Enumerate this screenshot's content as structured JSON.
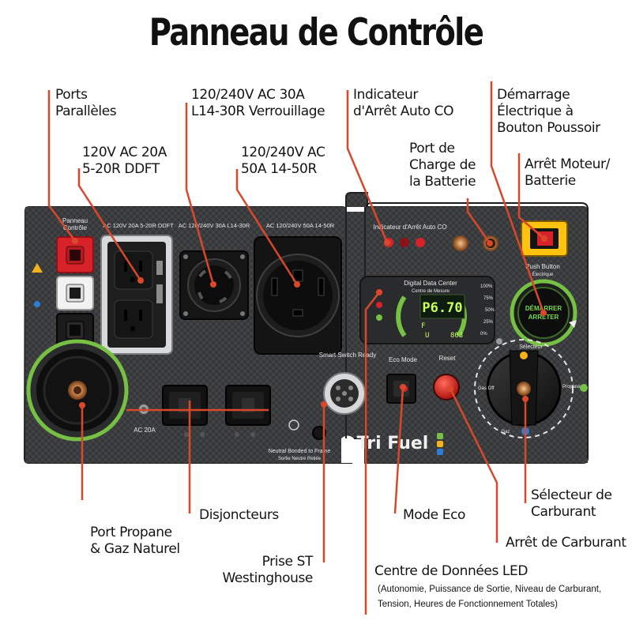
{
  "title": "Panneau de Contrôle",
  "callouts": {
    "parallel_ports": [
      "Ports",
      "Parallèles"
    ],
    "ac20": [
      "120V AC 20A",
      "5-20R DDFT"
    ],
    "ac30": [
      "120/240V AC 30A",
      "L14-30R Verrouillage"
    ],
    "ac50": [
      "120/240V AC",
      "50A 14-50R"
    ],
    "co_indicator": [
      "Indicateur",
      "d'Arrêt Auto CO"
    ],
    "battery_port": [
      "Port de",
      "Charge de",
      "la Batterie"
    ],
    "push_start": [
      "Démarrage",
      "Électrique à",
      "Bouton Poussoir"
    ],
    "engine_stop": [
      "Arrêt Moteur/",
      "Batterie"
    ],
    "breakers": [
      "Disjoncteurs"
    ],
    "propane_port": [
      "Port Propane",
      "& Gaz Naturel"
    ],
    "st_outlet": [
      "Prise ST",
      "Westinghouse"
    ],
    "eco_mode": [
      "Mode Eco"
    ],
    "fuel_selector": [
      "Sélecteur de",
      "Carburant"
    ],
    "fuel_stop": [
      "Arrêt de Carburant"
    ],
    "led_center": [
      "Centre de Données LED"
    ],
    "led_center_detail": [
      "(Autonomie, Puissance de Sortie, Niveau de Carburant,",
      "Tension, Heures de Fonctionnement Totales)"
    ]
  },
  "panel_text": {
    "parallel_panel": [
      "Panneau",
      "Contrôle"
    ],
    "ac20_label": "AC 120V 20A 5-20R DDFT",
    "ac30_label": "AC 120/240V 30A L14-30R",
    "ac50_label": "AC 120/240V 50A 14-50R",
    "co_label": "Indicateur d'Arrêt Auto CO",
    "push_label": [
      "Push Button",
      "Électrique"
    ],
    "start_button": [
      "DÉMARRER",
      "ARRÊTER"
    ],
    "data_center": [
      "Digital Data Center",
      "Centre de Mesure"
    ],
    "display_value": "P6.70",
    "display_sub": [
      "F",
      "U",
      "803"
    ],
    "gauge_ticks": [
      "100%",
      "75%",
      "50%",
      "25%",
      "0%"
    ],
    "smart_switch": "Smart Switch Ready",
    "eco_label": "Eco Mode",
    "reset_label": "Reset",
    "ac20_small": "AC 20A",
    "neutral": [
      "Neutral Bonded to Frame",
      "Sortie Neutre Reliée"
    ],
    "brand": "Tri Fuel",
    "selector_top": "Sélecteur",
    "selector_right": "Propane",
    "selector_bottom": "Gaz",
    "selector_left": "Gas Off"
  },
  "colors": {
    "callout_line": "#d9482b",
    "panel": "#3a3b3d",
    "accent_green": "#76c043",
    "outlet_red": "#d8222a",
    "display_bg": "#0e1c0f",
    "display_text": "#c8ff5a"
  }
}
